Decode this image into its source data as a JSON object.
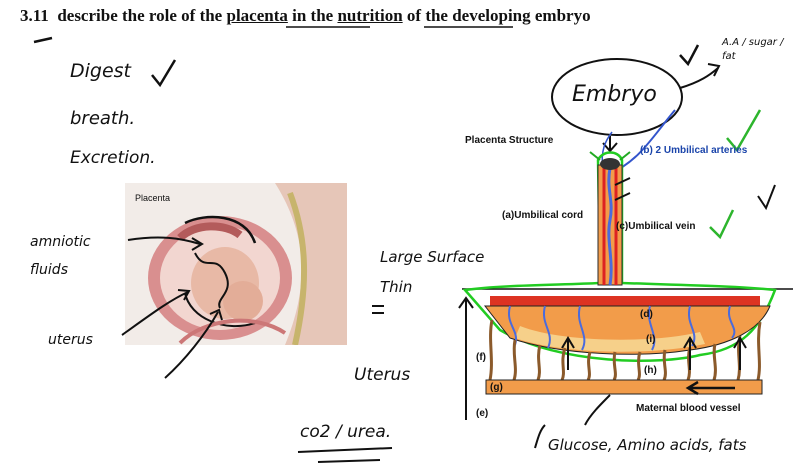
{
  "title": {
    "number": "3.11",
    "text_before": "describe the role of the ",
    "word_placenta": "placenta",
    "text_middle": " in the ",
    "word_nutrition": "nutrition",
    "text_after": " of the developing embryo"
  },
  "handwriting": {
    "list_digest": "Digest",
    "list_breath": "breath.",
    "list_excretion": "Excretion.",
    "amniotic_fluid": "amniotic fluids",
    "uterus_left": "uterus",
    "embryo": "Embryo",
    "nutrients_top": "A.A / sugar / fat",
    "large_surface": "Large Surface",
    "thin": "Thin",
    "uterus_middle": "Uterus",
    "co2_urea": "co2 / urea.",
    "nutrients_bottom": "Glucose, Amino acids, fats"
  },
  "photo": {
    "placenta_label": "Placenta"
  },
  "diagram": {
    "heading": "Placenta Structure",
    "umbilical_arteries": "(b) 2 Umbilical arteries",
    "umbilical_cord": "(a)Umbilical cord",
    "umbilical_vein": "(c)Umbilical vein",
    "label_d": "(d)",
    "label_i": "(i)",
    "label_f": "(f)",
    "label_h": "(h)",
    "label_g": "(g)",
    "label_e": "(e)",
    "maternal_vessel": "Maternal blood vessel"
  }
}
